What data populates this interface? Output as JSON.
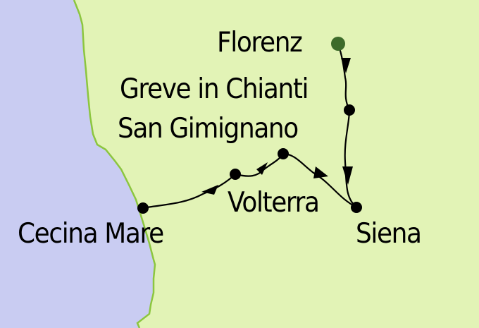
{
  "map": {
    "colors": {
      "land": "#e2f3b6",
      "sea": "#c9ccf2",
      "coast": "#8cc63f",
      "route": "#000000",
      "start_marker": "#3d6b2a",
      "stop_marker": "#000000"
    },
    "stops": [
      {
        "name": "Florenz",
        "role": "start"
      },
      {
        "name": "Greve in Chianti",
        "role": "stop"
      },
      {
        "name": "Siena",
        "role": "stop"
      },
      {
        "name": "San Gimignano",
        "role": "stop"
      },
      {
        "name": "Volterra",
        "role": "stop"
      },
      {
        "name": "Cecina Mare",
        "role": "end"
      }
    ],
    "labels": {
      "florenz": "Florenz",
      "greve": "Greve in Chianti",
      "san_gimignano": "San Gimignano",
      "volterra": "Volterra",
      "siena": "Siena",
      "cecina": "Cecina Mare"
    }
  }
}
